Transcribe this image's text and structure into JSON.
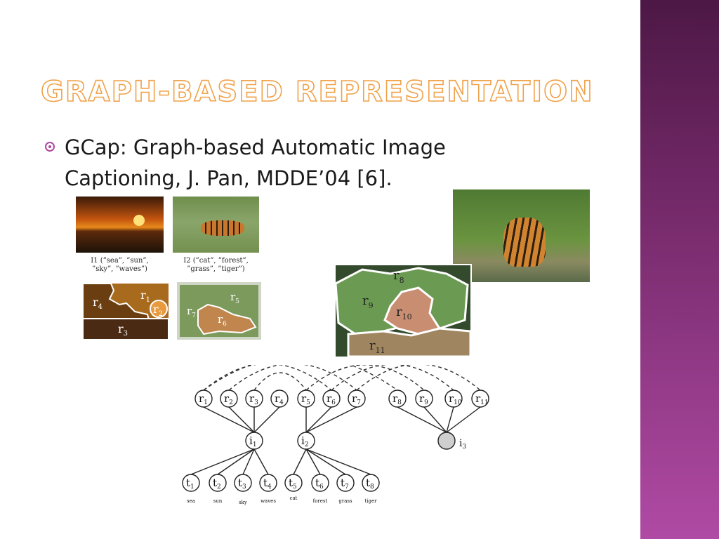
{
  "slide": {
    "title": "Graph-Based Representation",
    "bullet": "GCap: Graph-based Automatic Image Captioning, J. Pan, MDDE’04 [6]."
  },
  "figure": {
    "captions": {
      "i1_a": "I1 (”sea”, ”sun”,",
      "i1_b": "”sky”, ”waves”)",
      "i2_a": "I2 (”cat”, ”forest”,",
      "i2_b": "”grass”, ”tiger”)"
    },
    "regions": [
      "r1",
      "r2",
      "r3",
      "r4",
      "r5",
      "r6",
      "r7",
      "r8",
      "r9",
      "r10",
      "r11"
    ],
    "images": [
      "i1",
      "i2",
      "i3"
    ],
    "terms": [
      "t1",
      "t2",
      "t3",
      "t4",
      "t5",
      "t6",
      "t7",
      "t8"
    ],
    "words": [
      "sea",
      "sun",
      "sky",
      "waves",
      "cat",
      "forest",
      "grass",
      "tiger"
    ]
  }
}
